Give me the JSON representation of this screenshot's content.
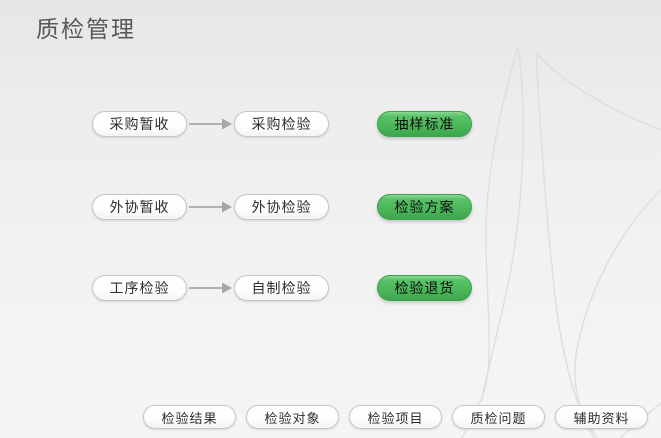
{
  "title": "质检管理",
  "flow_rows": [
    {
      "source": "采购暂收",
      "target": "采购检验",
      "action": "抽样标准"
    },
    {
      "source": "外协暂收",
      "target": "外协检验",
      "action": "检验方案"
    },
    {
      "source": "工序检验",
      "target": "自制检验",
      "action": "检验退货"
    }
  ],
  "bottom_nav": {
    "items": [
      "检验结果",
      "检验对象",
      "检验项目",
      "质检问题",
      "辅助资料"
    ]
  },
  "icons": {
    "flow_arrow": "arrow-right-icon",
    "decoration": "leaf-outline-decoration"
  },
  "colors": {
    "action_button_green": "#4ab559",
    "action_button_border": "#3da14d",
    "pill_border": "#c6c6c6",
    "pill_text": "#2e2e2e",
    "title_text": "#585858",
    "arrow_gray": "#a7a7a7",
    "background_top": "#e6e6e6",
    "background_bottom": "#f5f5f5",
    "decoration_stroke": "#dedede"
  }
}
